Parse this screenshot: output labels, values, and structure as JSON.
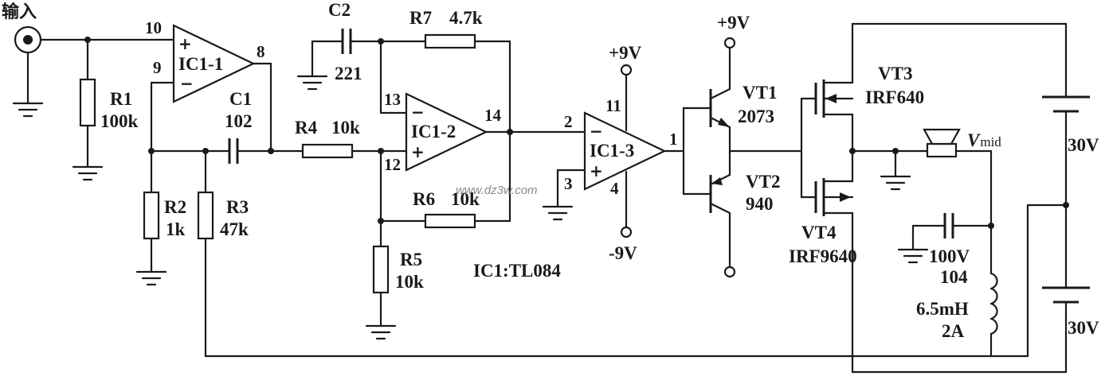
{
  "input_label": "输入",
  "watermark": "www.dz3w.com",
  "ic_note": "IC1:TL084",
  "opamps": {
    "ic1_1": {
      "name": "IC1-1",
      "pin_noninv": "10",
      "pin_inv": "9",
      "pin_out": "8"
    },
    "ic1_2": {
      "name": "IC1-2",
      "pin_inv": "13",
      "pin_noninv": "12",
      "pin_out": "14"
    },
    "ic1_3": {
      "name": "IC1-3",
      "pin_inv": "2",
      "pin_noninv": "3",
      "pin_out": "1",
      "pin_vpos": "11",
      "pin_vneg": "4"
    }
  },
  "resistors": {
    "r1": {
      "name": "R1",
      "value": "100k"
    },
    "r2": {
      "name": "R2",
      "value": "1k"
    },
    "r3": {
      "name": "R3",
      "value": "47k"
    },
    "r4": {
      "name": "R4",
      "value": "10k"
    },
    "r5": {
      "name": "R5",
      "value": "10k"
    },
    "r6": {
      "name": "R6",
      "value": "10k"
    },
    "r7": {
      "name": "R7",
      "value": "4.7k"
    }
  },
  "capacitors": {
    "c1": {
      "name": "C1",
      "value": "102"
    },
    "c2": {
      "name": "C2",
      "value": "221"
    },
    "c_out": {
      "voltage": "100V",
      "value": "104"
    }
  },
  "transistors": {
    "vt1": {
      "name": "VT1",
      "part": "2073"
    },
    "vt2": {
      "name": "VT2",
      "part": "940"
    },
    "vt3": {
      "name": "VT3",
      "part": "IRF640"
    },
    "vt4": {
      "name": "VT4",
      "part": "IRF9640"
    }
  },
  "supplies": {
    "ic_pos": "+9V",
    "ic_neg": "-9V",
    "driver_pos": "+9V",
    "battery_top": "30V",
    "battery_bottom": "30V"
  },
  "inductor": {
    "value": "6.5mH",
    "current": "2A"
  },
  "speaker": {
    "label_main": "V",
    "label_sub": "mid"
  },
  "colors": {
    "ink": "#1a1a1a",
    "watermark": "#8a8a8a",
    "background": "#ffffff"
  }
}
